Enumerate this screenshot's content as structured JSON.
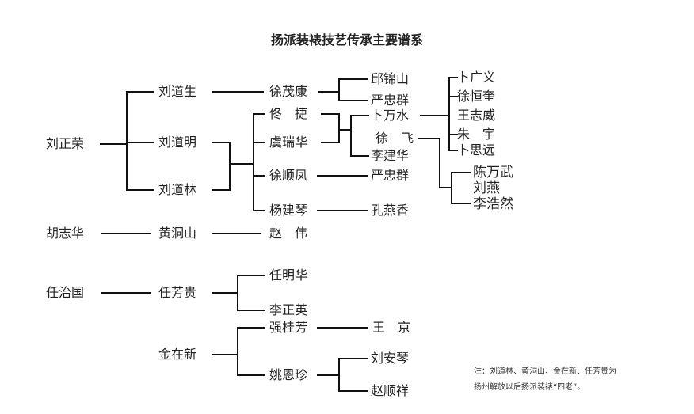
{
  "title": "扬派装裱技艺传承主要谱系",
  "nodes": {
    "liu_zhengrong": "刘正荣",
    "liu_daosheng": "刘道生",
    "liu_daoming": "刘道明",
    "liu_daolin": "刘道林",
    "xu_maokang": "徐茂康",
    "qiu_jinshan": "邱锦山",
    "yan_zhongqun_1": "严忠群",
    "tong_jie": "佟　捷",
    "yu_ruihua": "虞瑞华",
    "xu_shunfeng": "徐顺凤",
    "yang_jianqin": "杨建琴",
    "bu_wanshui": "卜万水",
    "xu_fei": "徐　飞",
    "li_jianhua": "李建华",
    "yan_zhongqun_2": "严忠群",
    "kong_yanxiang": "孔燕香",
    "bu_guangyi": "卜广义",
    "xu_hengkui": "徐恒奎",
    "wang_zhiwei": "王志威",
    "zhu_yu": "朱　宇",
    "bu_siyuan": "卜思远",
    "chen_wanwu": "陈万武",
    "liu_yan": "刘燕",
    "li_haoran": "李浩然",
    "hu_zhihua": "胡志华",
    "huang_dongshan": "黄洞山",
    "zhao_wei": "赵　伟",
    "ren_zhiguo": "任治国",
    "ren_fanggui": "任芳贵",
    "ren_minghua": "任明华",
    "li_zhengying": "李正英",
    "jin_zaixin": "金在新",
    "qiang_guifang": "强桂芳",
    "yao_enzhen": "姚恩珍",
    "wang_jing": "王　京",
    "liu_anqin": "刘安琴",
    "zhao_shunxiang": "赵顺祥"
  },
  "note": {
    "line1": "注：刘道林、黄洞山、金在新、任芳贵为",
    "line2": "扬州解放以后扬派装裱“四老”。"
  }
}
